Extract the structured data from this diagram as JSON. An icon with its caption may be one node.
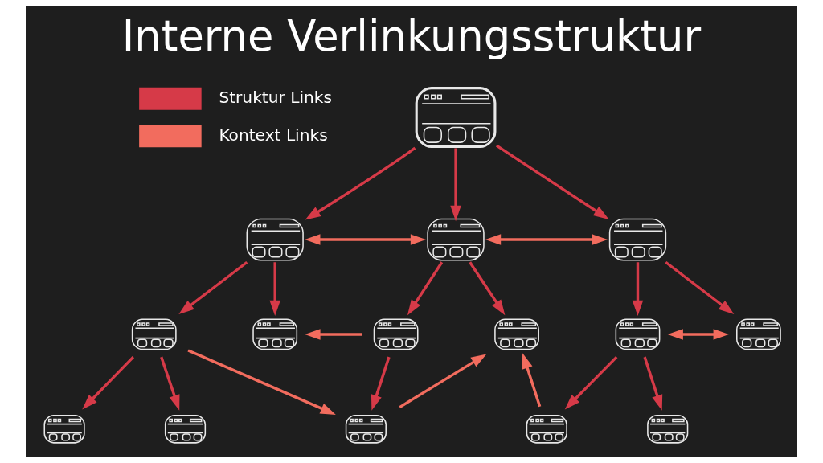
{
  "diagram": {
    "title": "Interne Verlinkungsstruktur",
    "nodes": [
      {
        "text": [],
        "shape": "picture"
      },
      {
        "text": [],
        "shape": "picture"
      },
      {
        "text": [],
        "shape": "picture"
      },
      {
        "text": [],
        "shape": "picture"
      },
      {
        "text": [],
        "shape": "picture"
      },
      {
        "text": [],
        "shape": "picture"
      },
      {
        "text": [],
        "shape": "picture"
      },
      {
        "text": [],
        "shape": "picture"
      },
      {
        "text": [],
        "shape": "picture"
      },
      {
        "text": [],
        "shape": "picture"
      },
      {
        "text": [],
        "shape": "picture"
      },
      {
        "text": [],
        "shape": "picture"
      },
      {
        "text": [],
        "shape": "picture"
      },
      {
        "text": [],
        "shape": "picture"
      },
      {
        "text": [],
        "shape": "picture"
      }
    ],
    "edges": [
      {
        "from": 0,
        "to": 1,
        "arrow": "to"
      },
      {
        "from": 0,
        "to": 2,
        "arrow": "to"
      },
      {
        "from": 0,
        "to": 3,
        "arrow": "to"
      },
      {
        "from": 1,
        "to": 2,
        "arrow": "both",
        "color": "#f26c5e"
      },
      {
        "from": 2,
        "to": 3,
        "arrow": "both",
        "color": "#f26c5e"
      },
      {
        "from": 1,
        "to": 4,
        "arrow": "to"
      },
      {
        "from": 1,
        "to": 5,
        "arrow": "to"
      },
      {
        "from": 2,
        "to": 6,
        "arrow": "to"
      },
      {
        "from": 2,
        "to": 7,
        "arrow": "to"
      },
      {
        "from": 3,
        "to": 8,
        "arrow": "to"
      },
      {
        "from": 3,
        "to": 9,
        "arrow": "to"
      },
      {
        "from": 6,
        "to": 5,
        "arrow": "to",
        "color": "#f26c5e"
      },
      {
        "from": 8,
        "to": 9,
        "arrow": "both",
        "color": "#f26c5e"
      },
      {
        "from": 4,
        "to": 10,
        "arrow": "to"
      },
      {
        "from": 4,
        "to": 11,
        "arrow": "to"
      },
      {
        "from": 6,
        "to": 12,
        "arrow": "to"
      },
      {
        "from": 8,
        "to": 13,
        "arrow": "to"
      },
      {
        "from": 8,
        "to": 14,
        "arrow": "to"
      },
      {
        "from": 4,
        "to": 12,
        "arrow": "to",
        "color": "#f26c5e"
      },
      {
        "from": 12,
        "to": 7,
        "arrow": "to",
        "color": "#f26c5e"
      },
      {
        "from": 13,
        "to": 7,
        "arrow": "to",
        "color": "#f26c5e"
      }
    ],
    "legend": [
      {
        "text": "Struktur Links",
        "color": "#d63a48"
      },
      {
        "text": "Kontext Links",
        "color": "#f26c5e"
      }
    ]
  }
}
